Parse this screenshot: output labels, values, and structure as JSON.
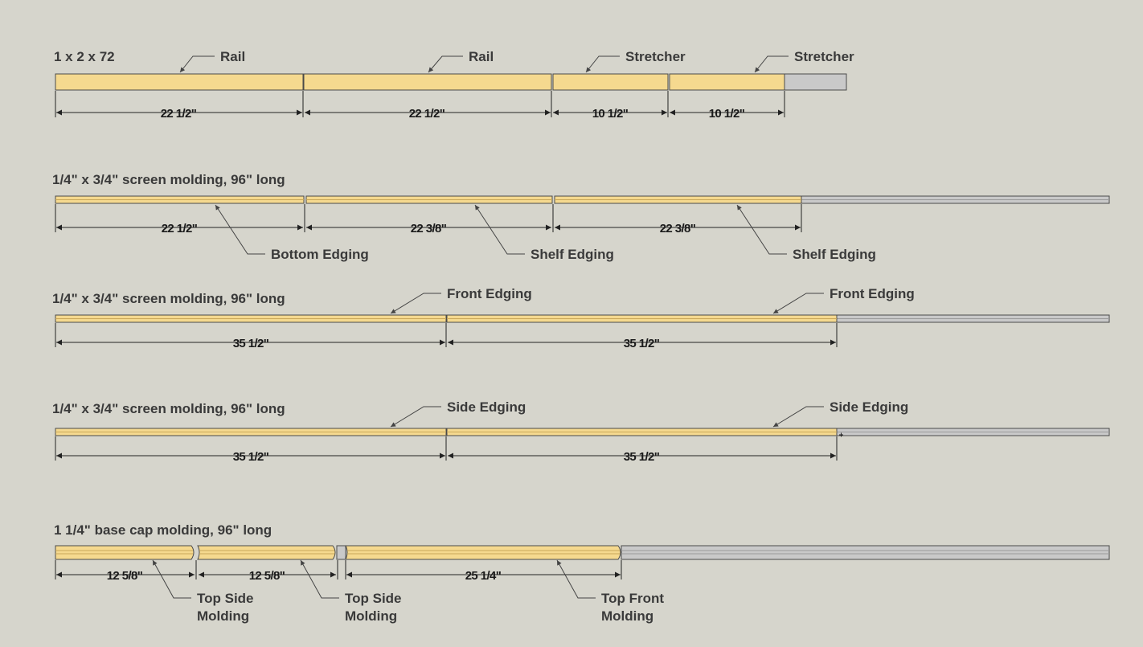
{
  "colors": {
    "background": "#d6d5cc",
    "wood": "#f5d98f",
    "wood_light": "#fbe7ae",
    "offcut": "#c9c9c9",
    "offcut_light": "#dedede",
    "line": "#222222"
  },
  "stock": [
    {
      "title": "1 x 2 x 72",
      "pieces": [
        {
          "dimension": "22 1/2\"",
          "label": "Rail"
        },
        {
          "dimension": "22 1/2\"",
          "label": "Rail"
        },
        {
          "dimension": "10 1/2\"",
          "label": "Stretcher"
        },
        {
          "dimension": "10 1/2\"",
          "label": "Stretcher"
        }
      ]
    },
    {
      "title": "1/4\" x 3/4\" screen molding, 96\" long",
      "pieces": [
        {
          "dimension": "22 1/2\"",
          "label": "Bottom Edging"
        },
        {
          "dimension": "22 3/8\"",
          "label": "Shelf Edging"
        },
        {
          "dimension": "22 3/8\"",
          "label": "Shelf Edging"
        }
      ]
    },
    {
      "title": "1/4\" x 3/4\" screen molding, 96\" long",
      "pieces": [
        {
          "dimension": "35 1/2\"",
          "label": "Front Edging"
        },
        {
          "dimension": "35 1/2\"",
          "label": "Front Edging"
        }
      ]
    },
    {
      "title": "1/4\" x 3/4\" screen molding, 96\" long",
      "pieces": [
        {
          "dimension": "35 1/2\"",
          "label": "Side Edging"
        },
        {
          "dimension": "35 1/2\"",
          "label": "Side Edging"
        }
      ]
    },
    {
      "title": "1 1/4\" base cap molding, 96\" long",
      "pieces": [
        {
          "dimension": "12 5/8\"",
          "label_lines": [
            "Top Side",
            "Molding"
          ]
        },
        {
          "dimension": "12 5/8\"",
          "label_lines": [
            "Top Side",
            "Molding"
          ]
        },
        {
          "dimension": "25 1/4\"",
          "label_lines": [
            "Top Front",
            "Molding"
          ]
        }
      ]
    }
  ]
}
